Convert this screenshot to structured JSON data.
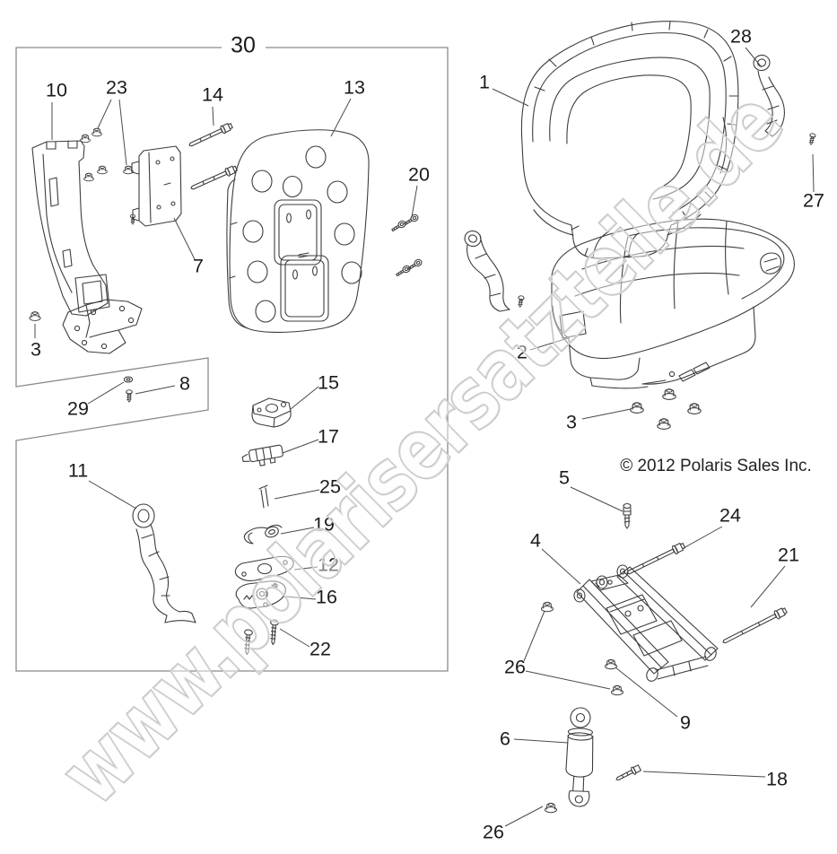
{
  "watermark": "www.polarisersatzteile.de",
  "copyright": "© 2012 Polaris Sales Inc.",
  "assembly": {
    "group_label": "30"
  },
  "parts": {
    "p1": "1",
    "p2": "2",
    "p3": "3",
    "p4": "4",
    "p5": "5",
    "p6": "6",
    "p7": "7",
    "p8": "8",
    "p9": "9",
    "p10": "10",
    "p11": "11",
    "p12": "12",
    "p13": "13",
    "p14": "14",
    "p15": "15",
    "p16": "16",
    "p17": "17",
    "p18": "18",
    "p19": "19",
    "p20": "20",
    "p21": "21",
    "p22": "22",
    "p23": "23",
    "p24": "24",
    "p25": "25",
    "p26": "26",
    "p27": "27",
    "p28": "28",
    "p29": "29"
  }
}
